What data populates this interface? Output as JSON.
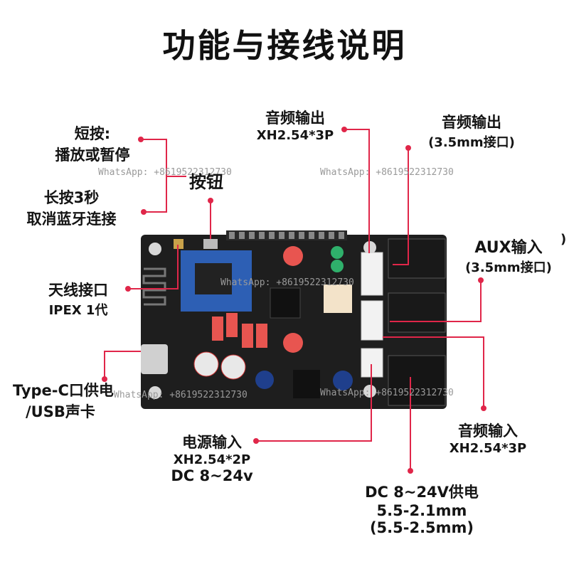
{
  "title": "功能与接线说明",
  "colors": {
    "accent": "#e02649",
    "pcb": "#1e1e1e",
    "module": "#2d5fb4",
    "resistor": "#e85550",
    "cap_blue": "#1f3f8c"
  },
  "watermark": "WhatsApp: +8619522312730",
  "labels": {
    "short_press": {
      "line1": "短按:",
      "line2": "播放或暂停"
    },
    "long_press": {
      "line1": "长按3秒",
      "line2": "取消蓝牙连接"
    },
    "button": "按钮",
    "audio_out_xh": {
      "line1": "音频输出",
      "line2": "XH2.54*3P"
    },
    "audio_out_jack": {
      "line1": "音频输出",
      "line2": "(3.5mm接口)"
    },
    "aux_in": {
      "line1": "AUX输入",
      "line2": "(3.5mm接口)"
    },
    "stray_paren": ")",
    "antenna": {
      "line1": "天线接口",
      "line2": "IPEX 1代"
    },
    "typec": {
      "line1": "Type-C口供电",
      "line2": "/USB声卡"
    },
    "power_in": {
      "line1": "电源输入",
      "line2": "XH2.54*2P",
      "line3": "DC 8~24v"
    },
    "audio_in": {
      "line1": "音频输入",
      "line2": "XH2.54*3P"
    },
    "dc_power": {
      "line1": "DC 8~24V供电",
      "line2": "5.5-2.1mm",
      "line3": "(5.5-2.5mm)"
    }
  }
}
